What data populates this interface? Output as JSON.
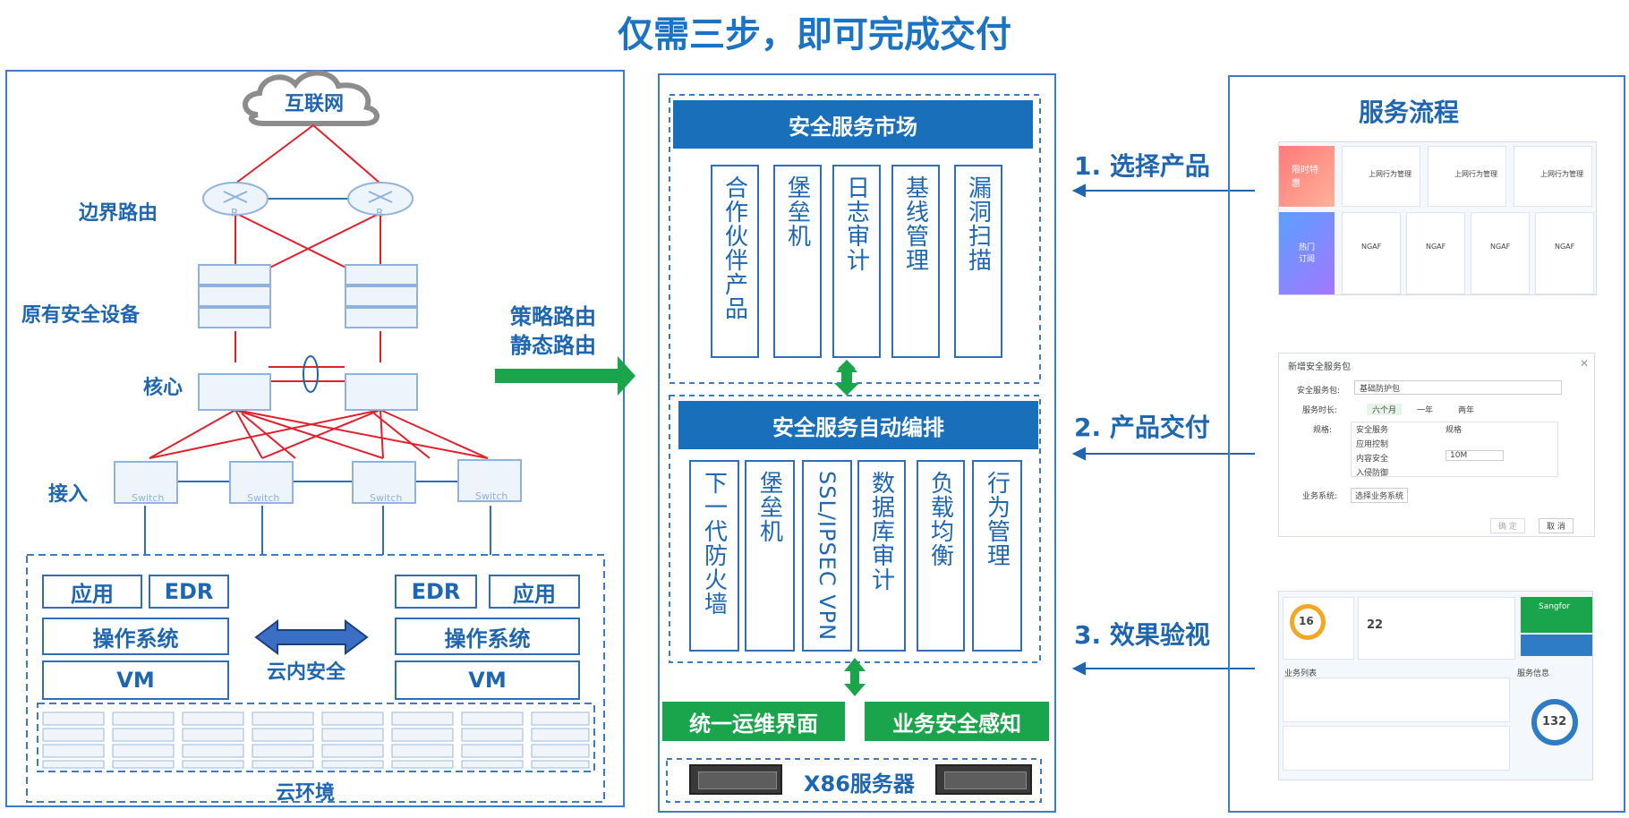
{
  "title": "仅需三步，即可完成交付",
  "left": {
    "internet": "互联网",
    "border_router": "边界路由",
    "legacy_security": "原有安全设备",
    "core": "核心",
    "access": "接入",
    "router_letter": "R",
    "switch_label": "Switch",
    "cloud_env": "云环境",
    "cloud_security": "云内安全",
    "left_stack": {
      "app": "应用",
      "edr": "EDR",
      "os": "操作系统",
      "vm": "VM"
    },
    "right_stack": {
      "edr": "EDR",
      "app": "应用",
      "os": "操作系统",
      "vm": "VM"
    }
  },
  "middle_arrow": {
    "line1": "策略路由",
    "line2": "静态路由"
  },
  "center": {
    "market_title": "安全服务市场",
    "market_items": [
      "合作伙伴产品",
      "堡垒机",
      "日志审计",
      "基线管理",
      "漏洞扫描"
    ],
    "orchestration_title": "安全服务自动编排",
    "orchestration_items": [
      "下一代防火墙",
      "堡垒机",
      "SSL/IPSEC VPN",
      "数据库审计",
      "负载均衡",
      "行为管理"
    ],
    "ops_ui": "统一运维界面",
    "biz_awareness": "业务安全感知",
    "server": "X86服务器"
  },
  "right": {
    "title": "服务流程",
    "steps": [
      "1. 选择产品",
      "2. 产品交付",
      "3. 效果验视"
    ],
    "shot1": {
      "promo": "限时特惠",
      "hot": "热门订阅",
      "product": "NGAF",
      "small": "上网行为管理"
    },
    "shot2": {
      "header": "新增安全服务包",
      "pkg_label": "安全服务包:",
      "pkg_value": "基础防护包",
      "duration_label": "服务时长:",
      "durations": [
        "六个月",
        "一年",
        "两年"
      ],
      "spec_label": "规格:",
      "col1": "安全服务",
      "col2": "规格",
      "rows": [
        "应用控制",
        "内容安全",
        "入侵防御"
      ],
      "spec_value": "10M",
      "biz_label": "业务系统:",
      "biz_button": "选择业务系统",
      "ok": "确 定",
      "cancel": "取 消"
    },
    "shot3": {
      "count1": "16",
      "count2": "22",
      "count3": "132",
      "list_title": "业务列表",
      "service_title": "服务信息",
      "brand": "Sangfor"
    }
  },
  "colors": {
    "blue": "#1a6fbb",
    "green": "#1aa44b",
    "red": "#e0202c",
    "outline": "#2f6db5"
  }
}
